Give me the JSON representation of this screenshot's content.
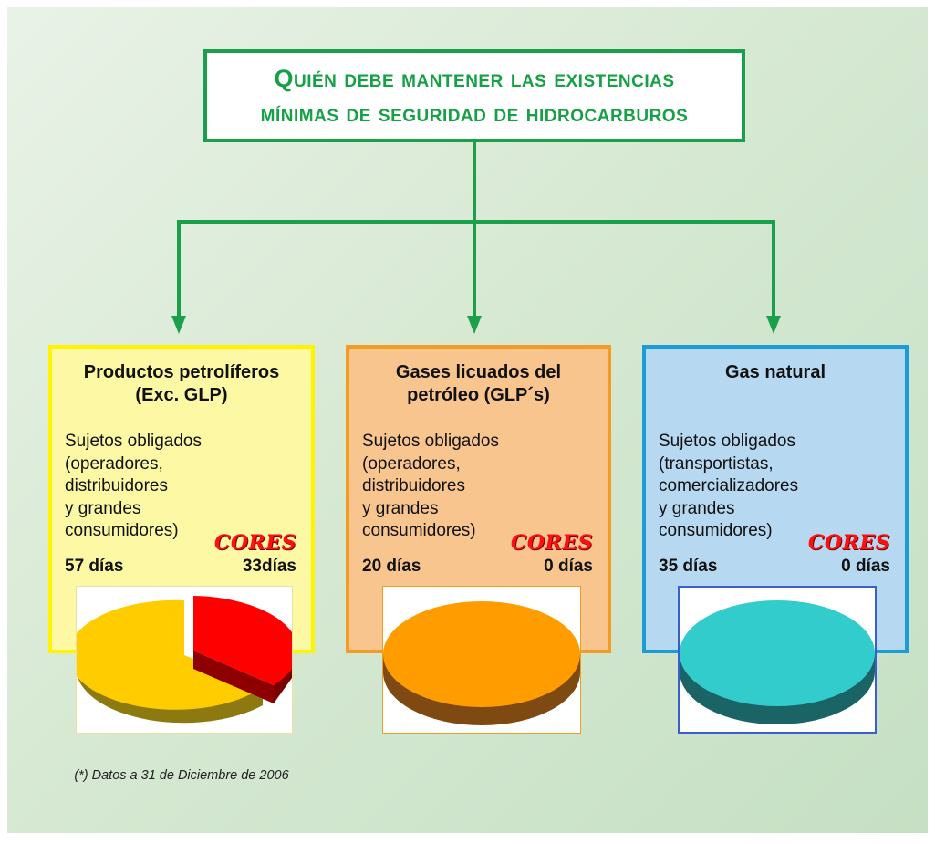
{
  "title": {
    "line1": "Quién debe mantener las existencias",
    "line2": "mínimas de seguridad de hidrocarburos"
  },
  "colors": {
    "title_green": "#16a146",
    "connector_green": "#1aa04a",
    "cores_red": "#ff1010"
  },
  "panels": [
    {
      "title": "Productos petrolíferos\n(Exc. GLP)",
      "description": "Sujetos obligados\n(operadores,\ndistribuidores\ny grandes\nconsumidores)",
      "cores_label": "CORES",
      "obligated_days": "57 días",
      "cores_days": "33días",
      "chart_values": {
        "sujetos_obligados": 57,
        "cores": 33
      },
      "footnote": "(*) Datos a 31 de Diciembre de 2006"
    },
    {
      "title": "Gases licuados del\npetróleo (GLP´s)",
      "description": "Sujetos obligados\n(operadores,\ndistribuidores\ny grandes\nconsumidores)",
      "cores_label": "CORES",
      "obligated_days": "20 días",
      "cores_days": "0 días",
      "chart_values": {
        "sujetos_obligados": 20,
        "cores": 0
      }
    },
    {
      "title": "Gas natural",
      "description": "Sujetos obligados\n(transportistas,\ncomercializadores\ny grandes\nconsumidores)",
      "cores_label": "CORES",
      "obligated_days": "35 días",
      "cores_days": "0 días",
      "chart_values": {
        "sujetos_obligados": 35,
        "cores": 0
      }
    }
  ],
  "pie_colors": {
    "panel1_main": "#ffcc00",
    "panel1_main_side": "#8c7a10",
    "panel1_cores": "#ff0000",
    "panel1_cores_side": "#7a0000",
    "panel2_main": "#ff9d00",
    "panel2_main_side": "#7f4a12",
    "panel3_main": "#33cccc",
    "panel3_main_side": "#1a6466"
  }
}
